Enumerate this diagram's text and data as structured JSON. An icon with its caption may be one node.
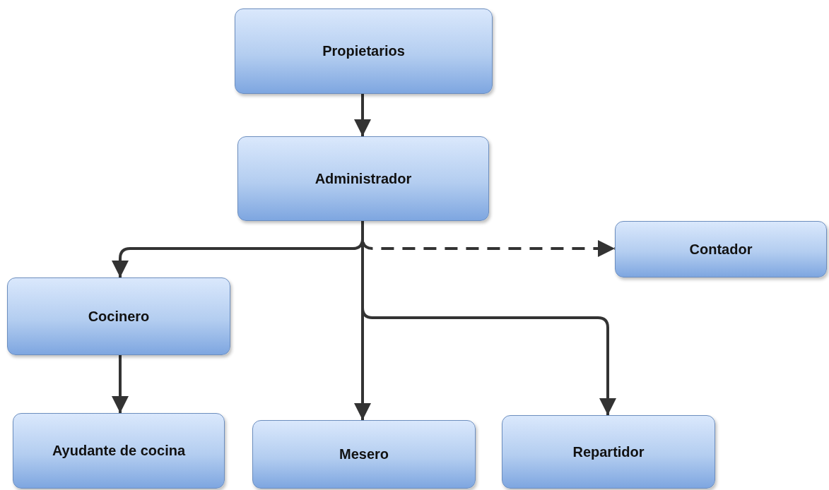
{
  "diagram": {
    "nodes": [
      {
        "text": [
          "Propietarios"
        ]
      },
      {
        "text": [
          "Administrador"
        ]
      },
      {
        "text": [
          "Contador"
        ]
      },
      {
        "text": [
          "Cocinero"
        ]
      },
      {
        "text": [
          "Ayudante de cocina"
        ]
      },
      {
        "text": [
          "Mesero"
        ]
      },
      {
        "text": [
          "Repartidor"
        ]
      }
    ],
    "edges": [
      {
        "from": 0,
        "to": 1,
        "arrow": "to"
      },
      {
        "from": 1,
        "to": 2,
        "arrow": "to",
        "style": "dashed"
      },
      {
        "from": 1,
        "to": 3,
        "arrow": "to"
      },
      {
        "from": 1,
        "to": 5,
        "arrow": "to"
      },
      {
        "from": 1,
        "to": 6,
        "arrow": "to"
      },
      {
        "from": 3,
        "to": 4,
        "arrow": "to"
      }
    ]
  }
}
